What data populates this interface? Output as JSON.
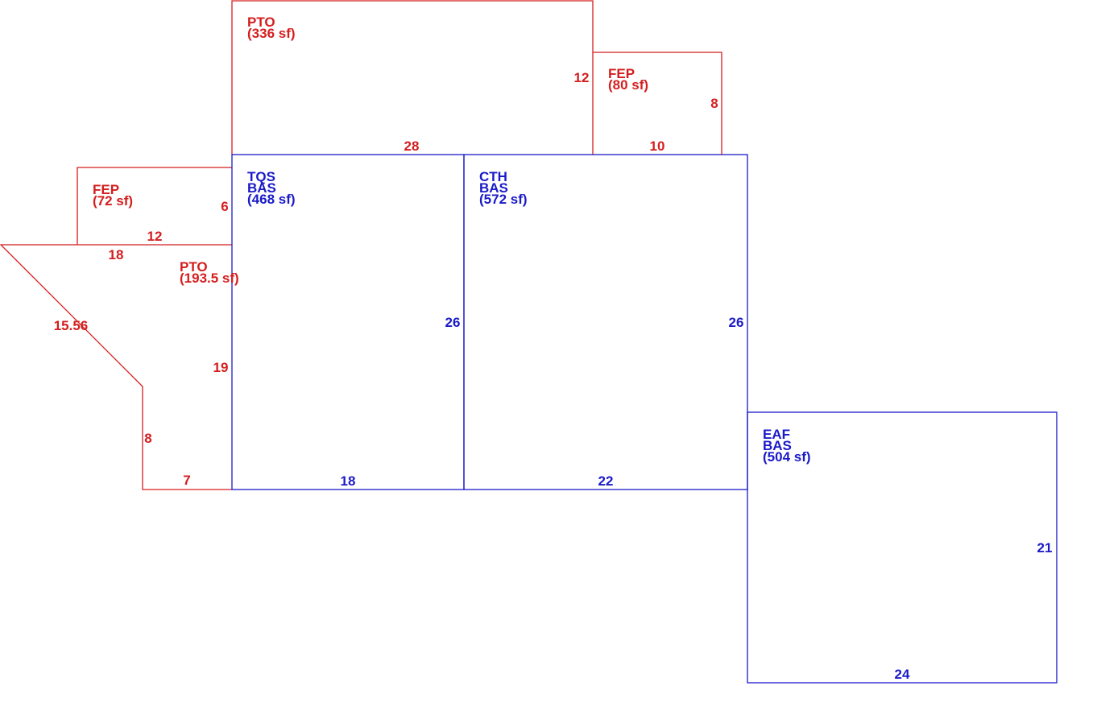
{
  "colors": {
    "blue": "#1a1ac8",
    "red": "#d41e1e",
    "background": "#ffffff"
  },
  "areas": {
    "pto_top": {
      "code": "PTO",
      "area": "(336 sf)"
    },
    "fep_right": {
      "code": "FEP",
      "area": "(80 sf)"
    },
    "fep_left": {
      "code": "FEP",
      "area": "(72 sf)"
    },
    "pto_left": {
      "code": "PTO",
      "area": "(193.5 sf)"
    },
    "tqs": {
      "code": "TQS",
      "type": "BAS",
      "area": "(468 sf)"
    },
    "cth": {
      "code": "CTH",
      "type": "BAS",
      "area": "(572 sf)"
    },
    "eaf": {
      "code": "EAF",
      "type": "BAS",
      "area": "(504 sf)"
    }
  },
  "dimensions": {
    "pto_top_bottom": "28",
    "pto_top_right": "12",
    "fep_right_side": "8",
    "fep_right_bottom": "10",
    "fep_left_side": "6",
    "fep_left_bottom": "12",
    "pto_left_top": "18",
    "pto_left_diag": "15.56",
    "pto_left_right": "19",
    "pto_left_side": "8",
    "pto_left_bottom": "7",
    "tqs_right": "26",
    "tqs_bottom": "18",
    "cth_right": "26",
    "cth_bottom": "22",
    "eaf_right": "21",
    "eaf_bottom": "24"
  }
}
